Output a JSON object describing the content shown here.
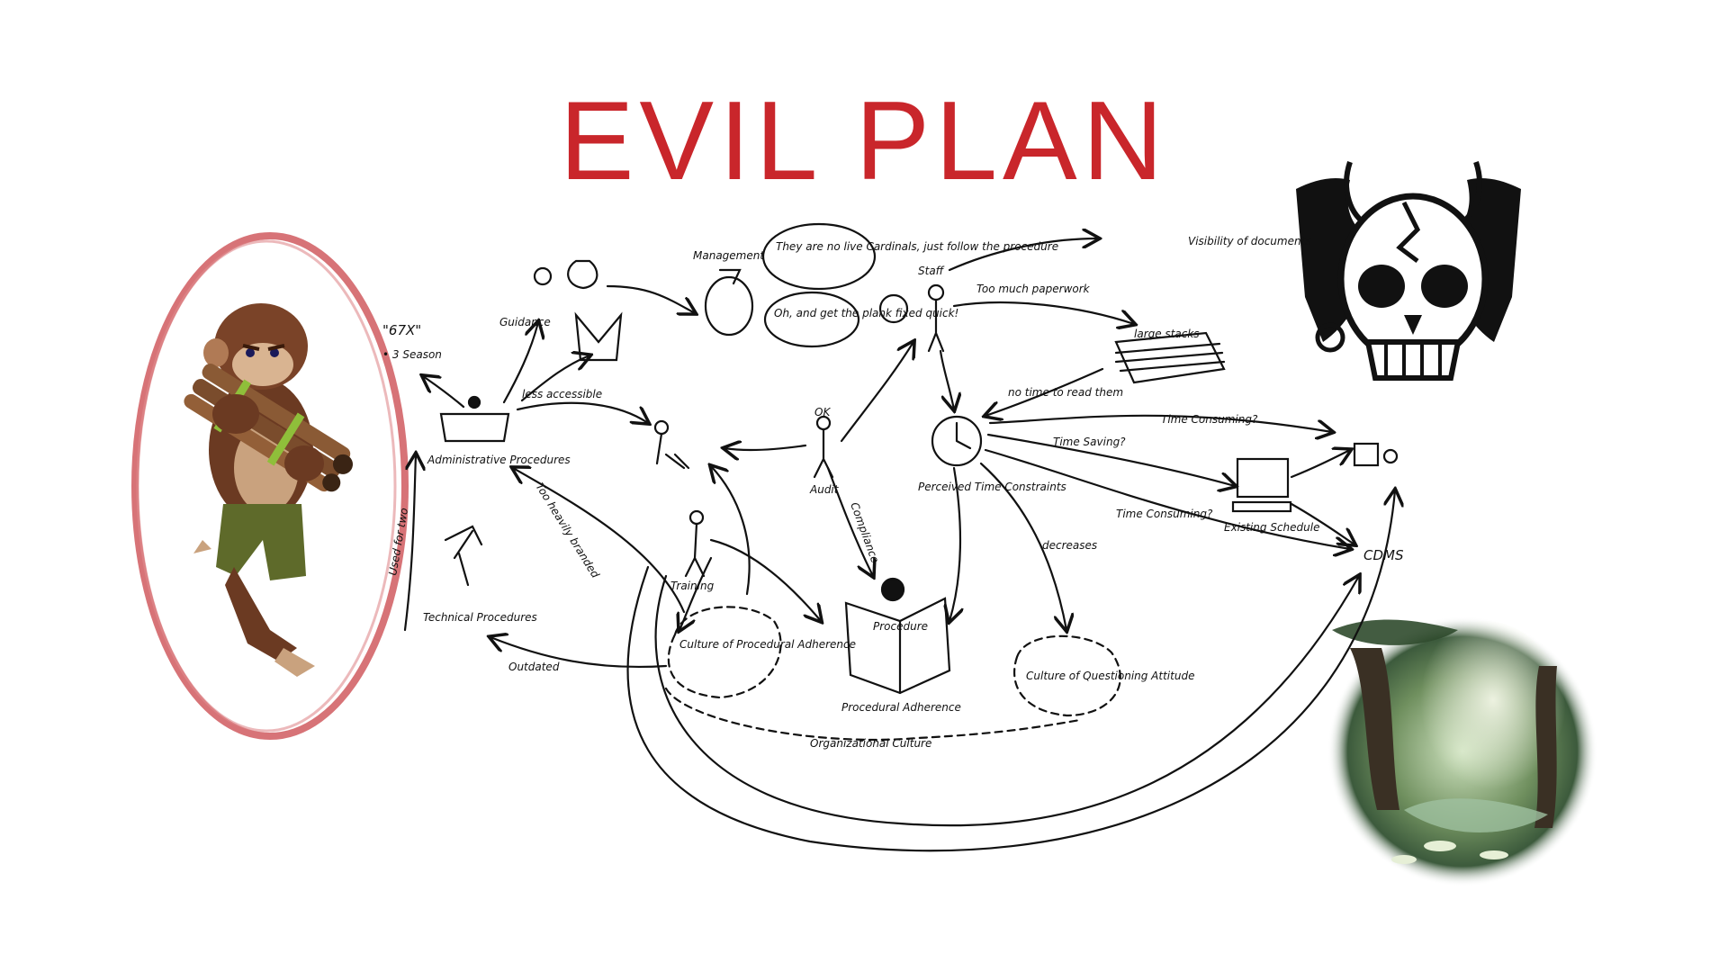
{
  "title": "EVIL PLAN",
  "diagram": {
    "labels": {
      "x67x": "\"67X\"",
      "season": "• 3 Season",
      "guidance": "Guidance",
      "admin_procedures": "Administrative Procedures",
      "less_accessible": "less accessible",
      "management": "Management",
      "bubble_one": "They are no live Cardinals, just follow the procedure",
      "bubble_two": "Oh, and get the plank fixed quick!",
      "staff": "Staff",
      "too_much_paperwork": "Too much paperwork",
      "visibility": "Visibility of documents",
      "large_stack": "large stacks",
      "no_time": "no time to read them",
      "ok": "OK",
      "audit": "Audit",
      "perceived": "Perceived Time Constraints",
      "time_consuming_1": "Time Consuming?",
      "time_saving": "Time Saving?",
      "time_consuming_2": "Time Consuming?",
      "existing_schedule": "Existing Schedule",
      "cdms": "CDMS",
      "training": "Training",
      "decreases": "decreases",
      "culture_adherence": "Culture of Procedural Adherence",
      "procedural_adherence": "Procedural Adherence",
      "procedure_book": "Procedure",
      "culture_questioning": "Culture of Questioning Attitude",
      "organizational_culture": "Organizational Culture",
      "technical_procedures": "Technical Procedures",
      "outdated": "Outdated",
      "used_for_two": "Used for two",
      "too_heavily_branded": "Too heavily branded",
      "compliance": "Compliance"
    }
  },
  "images": {
    "left": "monkey-warrior-circled",
    "top_right": "horned-skull-logo",
    "bottom_right": "forest-swamp-illustration"
  },
  "colors": {
    "title": "#c9262b",
    "circle": "#d05a5f",
    "ink": "#111111"
  }
}
